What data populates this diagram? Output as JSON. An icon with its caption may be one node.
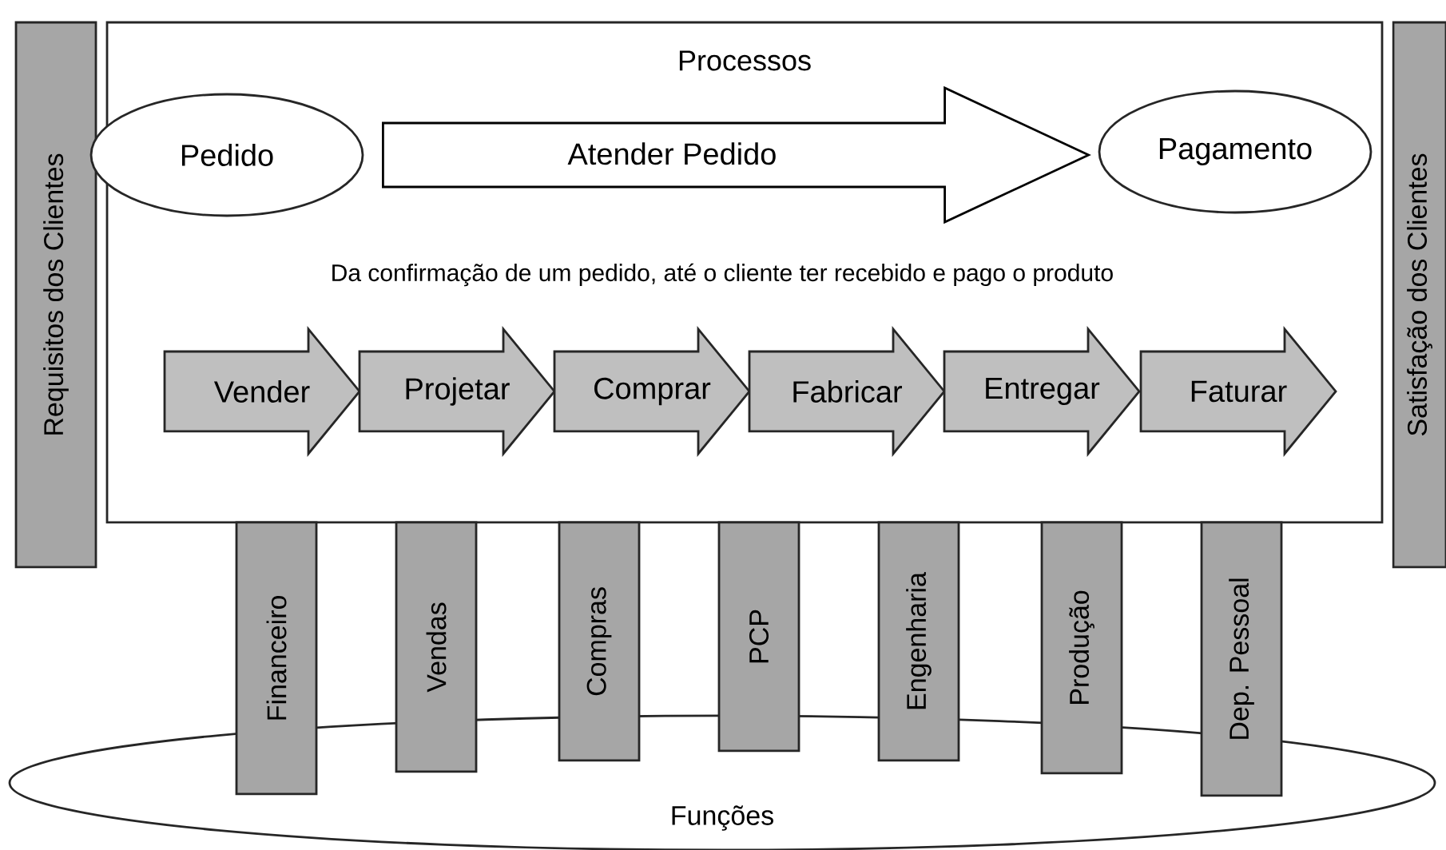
{
  "diagram": {
    "nodes": [
      {
        "text": [
          "Requisitos dos Clientes"
        ]
      },
      {
        "text": [
          "Processos"
        ]
      },
      {
        "text": [
          "Pedido"
        ],
        "in": 1
      },
      {
        "text": [
          "Pagamento"
        ],
        "in": 1
      },
      {
        "text": [
          "Vender"
        ],
        "in": 1
      },
      {
        "text": [
          "Projetar"
        ],
        "in": 1
      },
      {
        "text": [
          "Comprar"
        ],
        "in": 1
      },
      {
        "text": [
          "Fabricar"
        ],
        "in": 1
      },
      {
        "text": [
          "Entregar"
        ],
        "in": 1
      },
      {
        "text": [
          "Faturar"
        ],
        "in": 1
      },
      {
        "text": [
          "Satisfação dos Clientes"
        ]
      },
      {
        "text": [
          "Funções"
        ]
      },
      {
        "text": [
          "Financeiro"
        ]
      },
      {
        "text": [
          "Vendas"
        ]
      },
      {
        "text": [
          "Compras"
        ]
      },
      {
        "text": [
          "PCP"
        ]
      },
      {
        "text": [
          "Engenharia"
        ]
      },
      {
        "text": [
          "Produção"
        ]
      },
      {
        "text": [
          "Dep. Pessoal"
        ]
      }
    ],
    "edges": [
      {
        "from": 2,
        "to": 3,
        "arrow": "to",
        "label": "Atender Pedido"
      }
    ],
    "labels": [
      "Da confirmação de um pedido, até o cliente ter recebido e pago o produto"
    ]
  }
}
